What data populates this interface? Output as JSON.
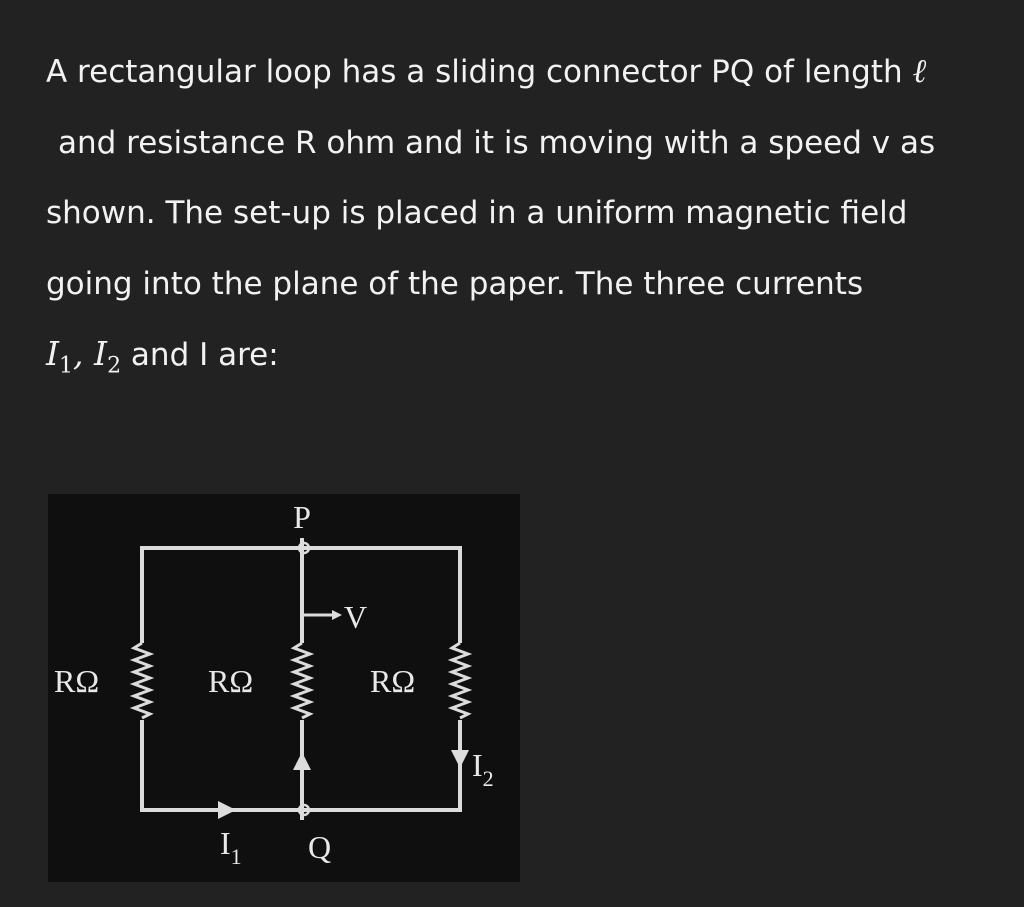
{
  "question": {
    "line1": "A rectangular loop has a sliding connector PQ of length ",
    "ell": "ℓ",
    "line2": "and resistance R ohm and it is moving with a speed v as",
    "line3": "shown. The set-up is placed in a uniform magnetic field",
    "line4": "going into the plane of the paper. The three currents",
    "i1": "I",
    "i1_sub": "1",
    "comma": ", ",
    "i2": "I",
    "i2_sub": "2",
    "line5_tail": " and I are:"
  },
  "figure": {
    "label_p": "P",
    "label_q": "Q",
    "label_v": "V",
    "resistor_left": "RΩ",
    "resistor_middle": "RΩ",
    "resistor_right": "RΩ",
    "current_1": "I",
    "current_1_sub": "1",
    "current_2": "I",
    "current_2_sub": "2"
  }
}
